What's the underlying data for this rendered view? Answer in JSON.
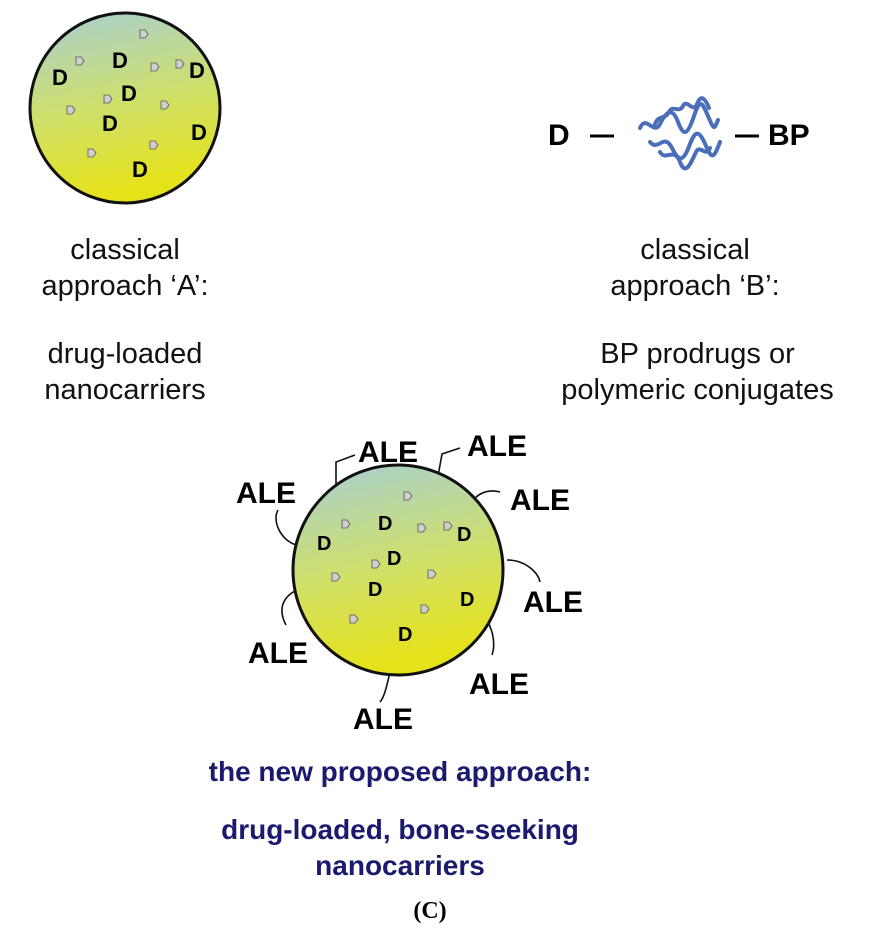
{
  "colors": {
    "sphere_top": "#a9d2cf",
    "sphere_bottom": "#e2e21c",
    "polymer": "#4a6fb8",
    "caption_blue": "#1a1a6e"
  },
  "approach_a": {
    "drug_symbol": "D",
    "title_line1": "classical",
    "title_line2": "approach ‘A’:",
    "desc_line1": "drug-loaded",
    "desc_line2": "nanocarriers"
  },
  "approach_b": {
    "left_symbol": "D",
    "right_symbol": "BP",
    "title_line1": "classical",
    "title_line2": "approach  ‘B’:",
    "desc_line1": "BP prodrugs or",
    "desc_line2": "polymeric conjugates"
  },
  "approach_c": {
    "drug_symbol": "D",
    "ligand_label": "ALE",
    "title": "the new proposed approach:",
    "desc_line1": "drug-loaded, bone-seeking",
    "desc_line2": "nanocarriers"
  },
  "figure_label": "(C)"
}
